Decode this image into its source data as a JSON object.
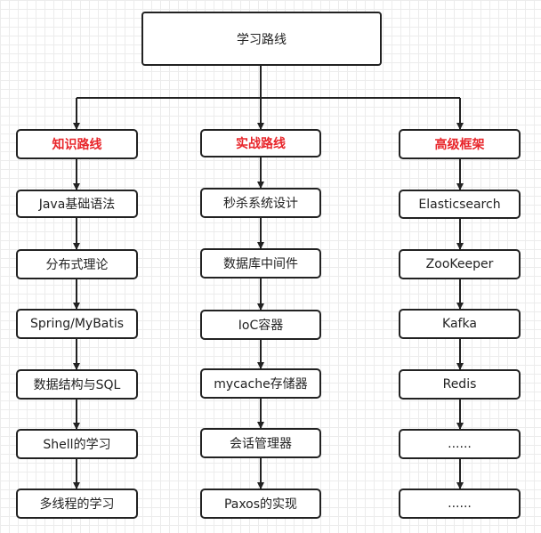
{
  "title": "学习路线",
  "columns": [
    {
      "header": "知识路线",
      "items": [
        "Java基础语法",
        "分布式理论",
        "Spring/MyBatis",
        "数据结构与SQL",
        "Shell的学习",
        "多线程的学习"
      ]
    },
    {
      "header": "实战路线",
      "items": [
        "秒杀系统设计",
        "数据库中间件",
        "IoC容器",
        "mycache存储器",
        "会话管理器",
        "Paxos的实现"
      ]
    },
    {
      "header": "高级框架",
      "items": [
        "Elasticsearch",
        "ZooKeeper",
        "Kafka",
        "Redis",
        "......",
        "......"
      ]
    }
  ],
  "colors": {
    "header_text": "#e8262b",
    "border": "#222222",
    "grid": "#ececec"
  }
}
